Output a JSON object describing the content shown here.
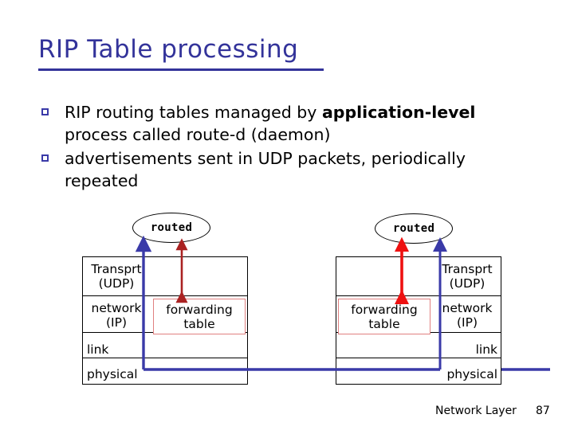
{
  "slide": {
    "title": "RIP Table processing",
    "title_color": "#33339a",
    "background": "#ffffff"
  },
  "bullets": [
    {
      "marker": "hollow-square",
      "text_plain": "RIP routing tables managed by application-level process called route-d (daemon)",
      "text_before_bold": "RIP routing tables managed by ",
      "text_bold": "application-level",
      "text_after_bold": " process called route-d (daemon)"
    },
    {
      "marker": "hollow-square",
      "text_plain": "advertisements sent in UDP packets, periodically repeated",
      "text_before_bold": "advertisements sent in UDP packets, periodically repeated",
      "text_bold": "",
      "text_after_bold": ""
    }
  ],
  "diagram": {
    "left_stack": {
      "routed_label": "routed",
      "layers": [
        {
          "label_line1": "Transprt",
          "label_line2": "(UDP)"
        },
        {
          "label_line1": "network",
          "label_line2": "(IP)"
        },
        {
          "label_line1": "link",
          "label_line2": ""
        },
        {
          "label_line1": "physical",
          "label_line2": ""
        }
      ],
      "forwarding_table": {
        "line1": "forwarding",
        "line2": "table"
      },
      "arrow_up_color": "#3a3aa8",
      "arrow_double_color": "#aa2222"
    },
    "right_stack": {
      "routed_label": "routed",
      "layers": [
        {
          "label_line1": "Transprt",
          "label_line2": "(UDP)"
        },
        {
          "label_line1": "network",
          "label_line2": "(IP)"
        },
        {
          "label_line1": "link",
          "label_line2": ""
        },
        {
          "label_line1": "physical",
          "label_line2": ""
        }
      ],
      "forwarding_table": {
        "line1": "forwarding",
        "line2": "table"
      },
      "arrow_up_color": "#3a3aa8",
      "arrow_double_color": "#ee1111"
    },
    "connector_color": "#3a3aa8"
  },
  "footer": {
    "section": "Network Layer",
    "page_number": "87"
  }
}
